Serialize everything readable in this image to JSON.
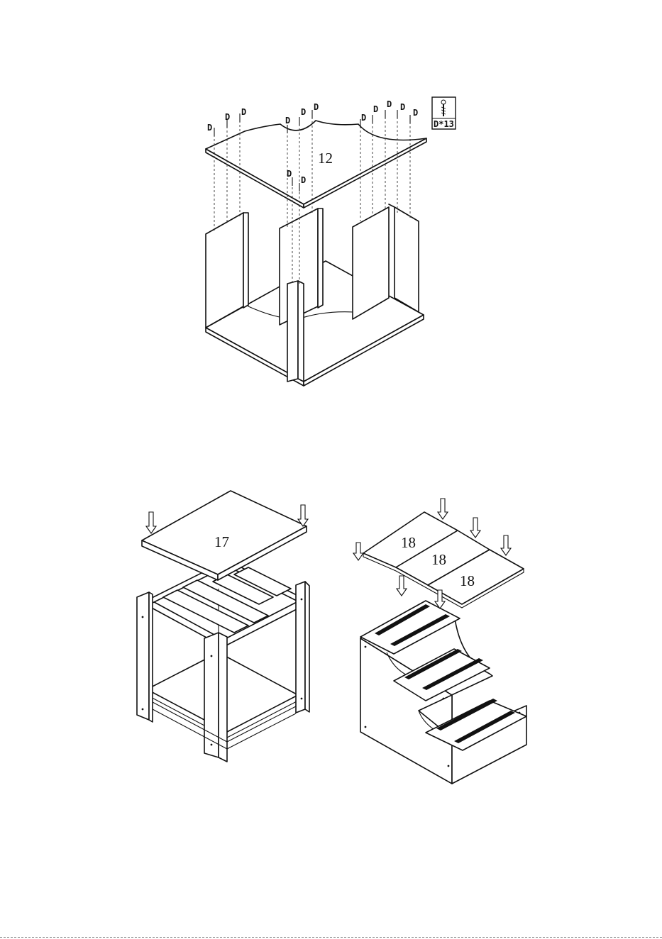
{
  "step_top": {
    "panel_label": "12",
    "screw_letter": "D",
    "screw_count_label": "D*13",
    "screw_icon": "screw-icon"
  },
  "step_bottom_left": {
    "panel_label": "17"
  },
  "step_bottom_right": {
    "panel_labels": [
      "18",
      "18",
      "18"
    ]
  }
}
